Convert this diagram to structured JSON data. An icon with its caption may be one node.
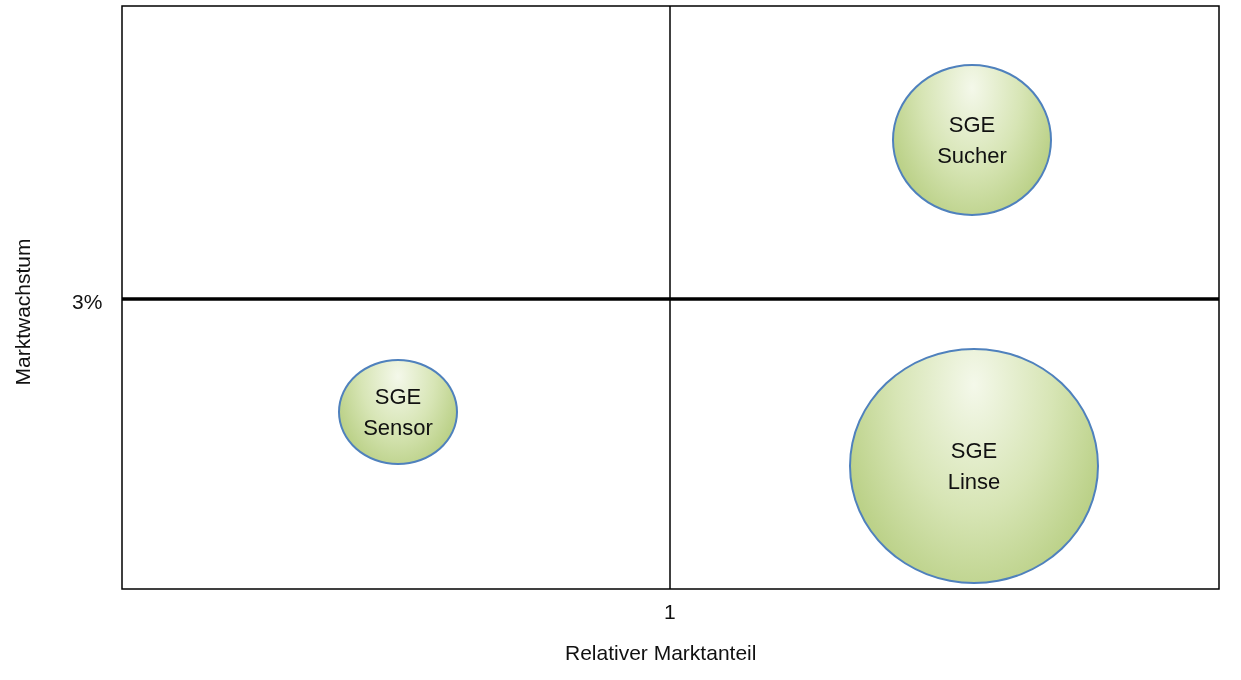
{
  "diagram": {
    "nodes": [
      {
        "text": [
          "SGE Sucher"
        ]
      },
      {
        "text": [
          "SGE Sensor"
        ]
      },
      {
        "text": [
          "SGE Linse"
        ]
      }
    ],
    "labels": [
      "Marktwachstum",
      "3%",
      "1",
      "Relativer Marktanteil"
    ]
  }
}
